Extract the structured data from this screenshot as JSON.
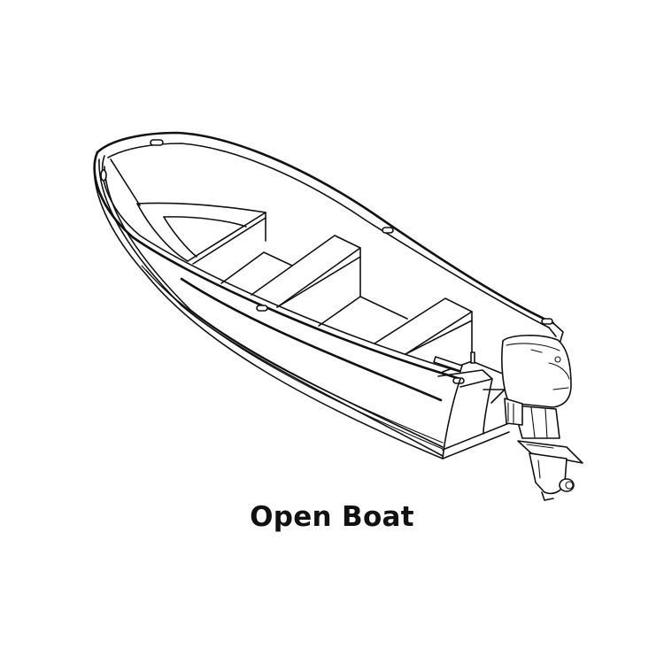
{
  "caption": {
    "title": "Open Boat"
  },
  "illustration": {
    "subject": "open-boat-with-outboard-motor",
    "style": "black line drawing on white",
    "parts": [
      "bow",
      "gunwale-rail",
      "front-deck",
      "bench-seat-front",
      "bench-seat-rear",
      "rear-deck",
      "cleats",
      "hull-strake",
      "transom",
      "tiller-handle",
      "outboard-motor"
    ]
  },
  "colors": {
    "line": "#111111",
    "background": "#ffffff"
  }
}
